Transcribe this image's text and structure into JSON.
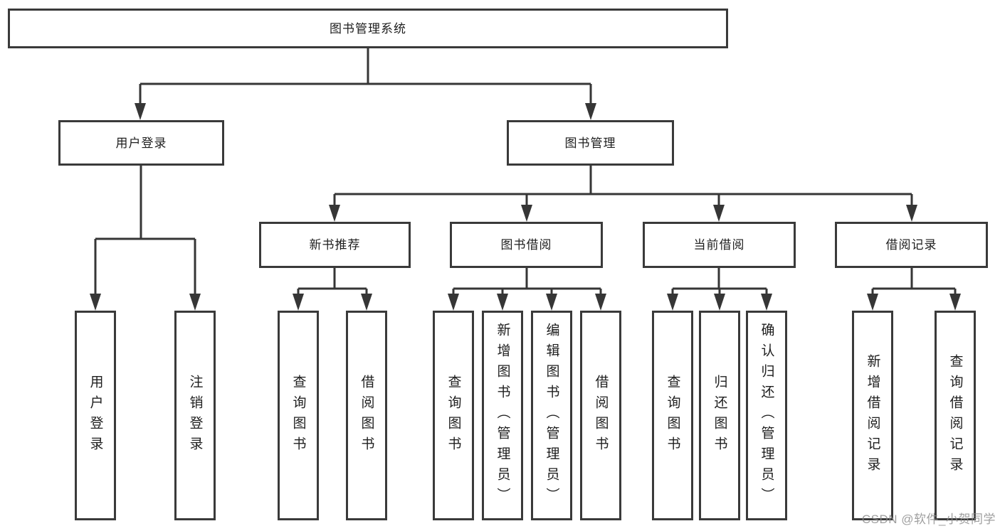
{
  "tree": {
    "label": "图书管理系统",
    "children": [
      {
        "label": "用户登录",
        "children": [
          {
            "label": "用户登录"
          },
          {
            "label": "注销登录"
          }
        ]
      },
      {
        "label": "图书管理",
        "children": [
          {
            "label": "新书推荐",
            "children": [
              {
                "label": "查询图书"
              },
              {
                "label": "借阅图书"
              }
            ]
          },
          {
            "label": "图书借阅",
            "children": [
              {
                "label": "查询图书"
              },
              {
                "label": "新增图书（管理员）"
              },
              {
                "label": "编辑图书（管理员）"
              },
              {
                "label": "借阅图书"
              }
            ]
          },
          {
            "label": "当前借阅",
            "children": [
              {
                "label": "查询图书"
              },
              {
                "label": "归还图书"
              },
              {
                "label": "确认归还（管理员）"
              }
            ]
          },
          {
            "label": "借阅记录",
            "children": [
              {
                "label": "新增借阅记录"
              },
              {
                "label": "查询借阅记录"
              }
            ]
          }
        ]
      }
    ]
  },
  "watermark": "CSDN @软件_小贺同学",
  "colors": {
    "background": "#ffffff",
    "box_border": "#3a3a3a",
    "line": "#363636",
    "text": "#1e1e1e",
    "watermark": "#8a8a8a"
  }
}
